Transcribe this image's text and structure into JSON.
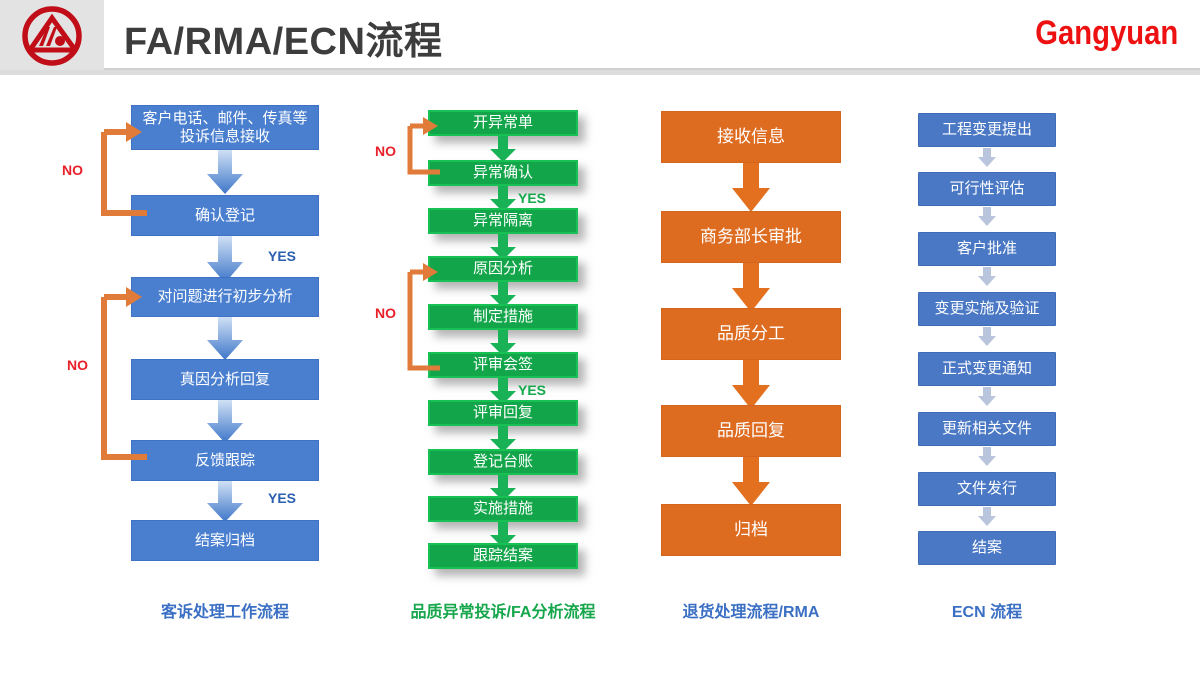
{
  "header": {
    "title": "FA/RMA/ECN流程",
    "brand": "Gangyuan",
    "logo_icon": "gangyuan-logo-icon"
  },
  "labels": {
    "no": "NO",
    "yes": "YES"
  },
  "colors": {
    "blue": "#4a7fd0",
    "green": "#13a54a",
    "orange": "#dd6b20",
    "ecn_blue": "#4a78c4",
    "loop_orange": "#e07b39",
    "no_red": "#e8202a",
    "brand_red": "#ee1111",
    "header_plate": "#e3e3e3"
  },
  "columns": [
    {
      "id": "customer-complaint",
      "caption": "客诉处理工作流程",
      "caption_color": "#3a6fc4",
      "nodes": [
        {
          "text": "客户电话、邮件、传真等\n投诉信息接收"
        },
        {
          "text": "确认登记"
        },
        {
          "text": "对问题进行初步分析"
        },
        {
          "text": "真因分析回复"
        },
        {
          "text": "反馈跟踪"
        },
        {
          "text": "结案归档"
        }
      ],
      "branch_labels": [
        {
          "text": "NO",
          "kind": "no"
        },
        {
          "text": "YES",
          "kind": "yes"
        },
        {
          "text": "NO",
          "kind": "no"
        },
        {
          "text": "YES",
          "kind": "yes"
        }
      ]
    },
    {
      "id": "fa-analysis",
      "caption": "品质异常投诉/FA分析流程",
      "caption_color": "#16a64b",
      "nodes": [
        {
          "text": "开异常单"
        },
        {
          "text": "异常确认"
        },
        {
          "text": "异常隔离"
        },
        {
          "text": "原因分析"
        },
        {
          "text": "制定措施"
        },
        {
          "text": "评审会签"
        },
        {
          "text": "评审回复"
        },
        {
          "text": "登记台账"
        },
        {
          "text": "实施措施"
        },
        {
          "text": "跟踪结案"
        }
      ],
      "branch_labels": [
        {
          "text": "NO",
          "kind": "no"
        },
        {
          "text": "YES",
          "kind": "yes"
        },
        {
          "text": "NO",
          "kind": "no"
        },
        {
          "text": "YES",
          "kind": "yes"
        }
      ]
    },
    {
      "id": "rma-return",
      "caption": "退货处理流程/RMA",
      "caption_color": "#3a6fc4",
      "nodes": [
        {
          "text": "接收信息"
        },
        {
          "text": "商务部长审批"
        },
        {
          "text": "品质分工"
        },
        {
          "text": "品质回复"
        },
        {
          "text": "归档"
        }
      ],
      "branch_labels": []
    },
    {
      "id": "ecn",
      "caption": "ECN 流程",
      "caption_color": "#3a6fc4",
      "nodes": [
        {
          "text": "工程变更提出"
        },
        {
          "text": "可行性评估"
        },
        {
          "text": "客户批准"
        },
        {
          "text": "变更实施及验证"
        },
        {
          "text": "正式变更通知"
        },
        {
          "text": "更新相关文件"
        },
        {
          "text": "文件发行"
        },
        {
          "text": "结案"
        }
      ],
      "branch_labels": []
    }
  ]
}
